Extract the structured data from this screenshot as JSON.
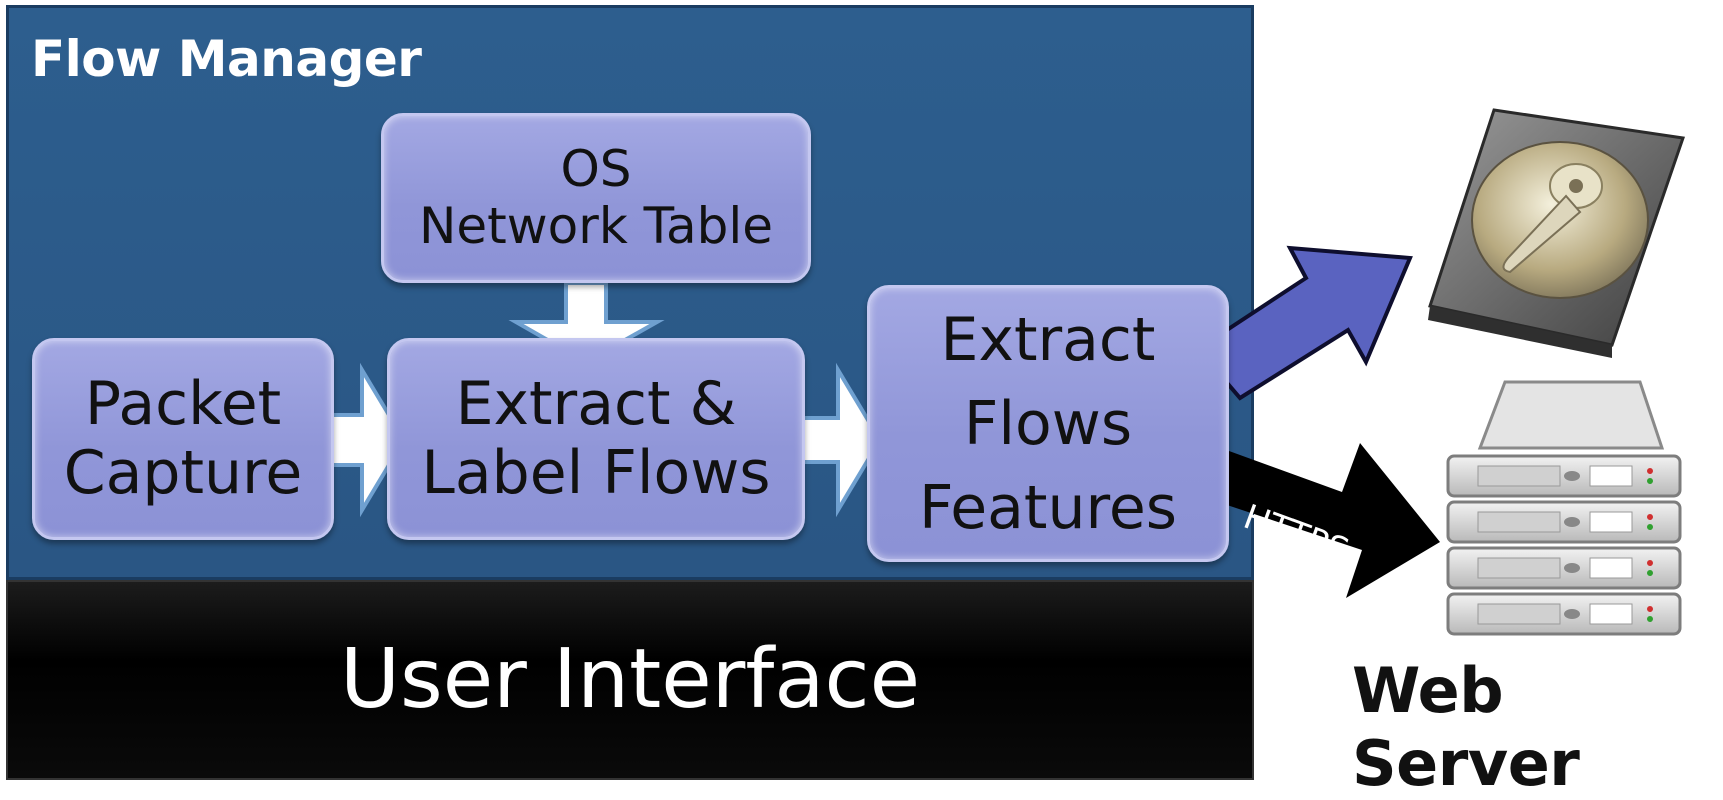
{
  "flow_manager": {
    "title": "Flow Manager"
  },
  "boxes": {
    "os_network_table": [
      "OS",
      "Network Table"
    ],
    "packet_capture": [
      "Packet",
      "Capture"
    ],
    "extract_label_flows": [
      "Extract &",
      "Label Flows"
    ],
    "extract_flows_features": [
      "Extract",
      "Flows",
      "Features"
    ]
  },
  "connections": {
    "https_label": "HTTPS"
  },
  "user_interface": {
    "label": "User Interface"
  },
  "web_server": {
    "label": "Web Server"
  },
  "icons": [
    "hard-drive-icon",
    "server-rack-icon"
  ],
  "colors": {
    "flow_manager_bg": "#2d5e8e",
    "box_fill": "#9a9fdd",
    "arrow_blue": "#5a63c0",
    "user_interface_bg": "#000000"
  }
}
